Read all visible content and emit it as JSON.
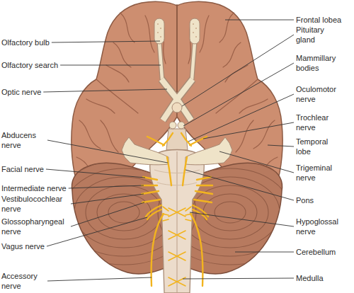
{
  "diagram": {
    "labels": [
      "Frontal lobea",
      "Olfactory bulb",
      "Pituitary gland",
      "Olfactory search",
      "Mammillary bodies",
      "Optic nerve",
      "Oculomotor nerve",
      "Abducens nerve",
      "Trochlear nerve",
      "Temporal lobe",
      "Facial nerve",
      "Trigeminal nerve",
      "Intermediate nerve",
      "Vestibulocochlear nerve",
      "Pons",
      "Glossopharyngeal nerve",
      "Hypoglossal nerve",
      "Vagus nerve",
      "Cerebellum",
      "Accessory nerve",
      "Medulla"
    ]
  }
}
